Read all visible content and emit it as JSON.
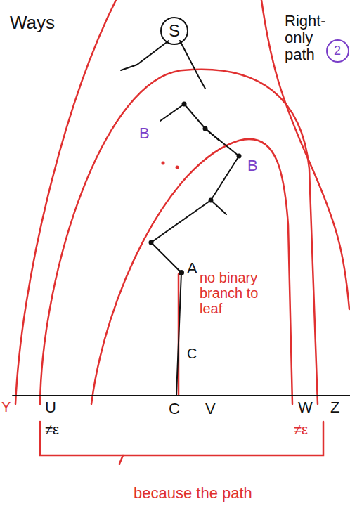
{
  "diagram": {
    "nodes": [
      {
        "text": [
          "S"
        ]
      },
      {
        "text": [
          "2"
        ]
      }
    ],
    "labels": [
      "Ways",
      "Right-only path",
      "B",
      "B",
      "A",
      "no binary branch to leaf",
      "C",
      "Y",
      "U",
      "C",
      "V",
      "W",
      "Z",
      "≠ε",
      "≠ε",
      "because the path"
    ]
  }
}
